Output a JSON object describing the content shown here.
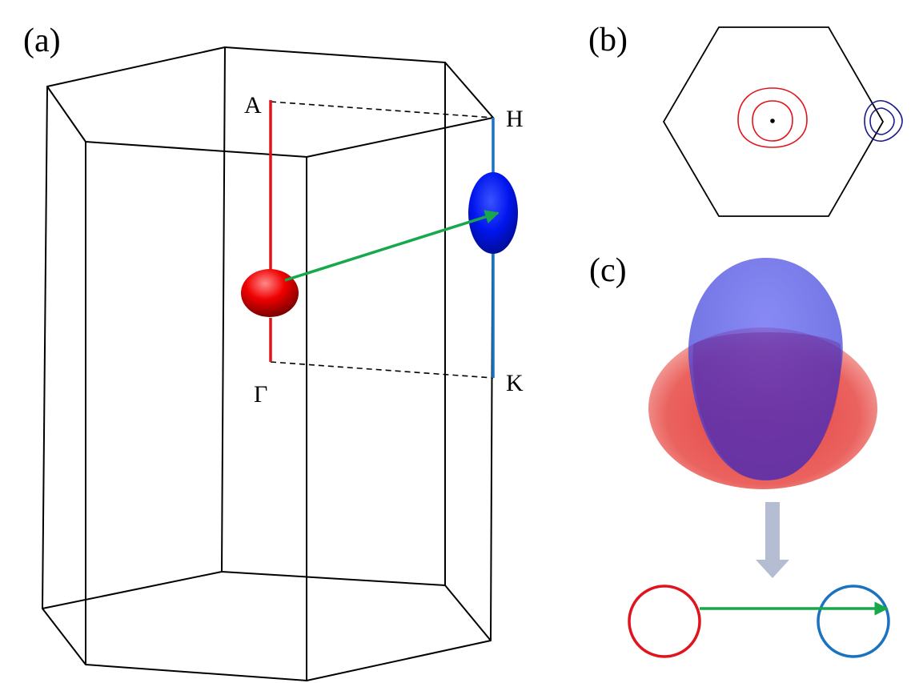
{
  "panels": {
    "a": "(a)",
    "b": "(b)",
    "c": "(c)"
  },
  "points": {
    "A": "A",
    "H": "H",
    "Gamma": "Γ",
    "K": "K"
  },
  "colors": {
    "red": "#e0141c",
    "blue": "#0a16d6",
    "line_blue": "#1a72c0",
    "green": "#17a84b",
    "navy": "#1a1a8c",
    "arrow_gray": "#b4bdd1"
  }
}
